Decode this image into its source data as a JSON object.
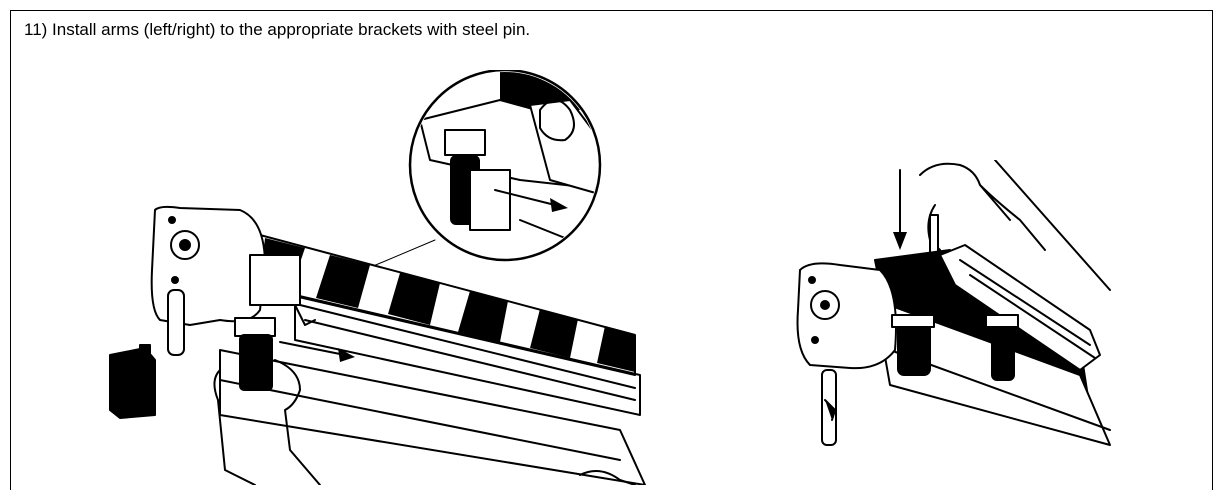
{
  "step": {
    "instruction": "11) Install arms (left/right) to the appropriate brackets with steel pin."
  },
  "illustrations": [
    {
      "name": "arm-bracket-install-illustration-left",
      "icon": "awning-bracket-with-magnified-inset"
    },
    {
      "name": "steel-pin-insert-illustration-right",
      "icon": "hand-inserting-pin-downward"
    }
  ]
}
